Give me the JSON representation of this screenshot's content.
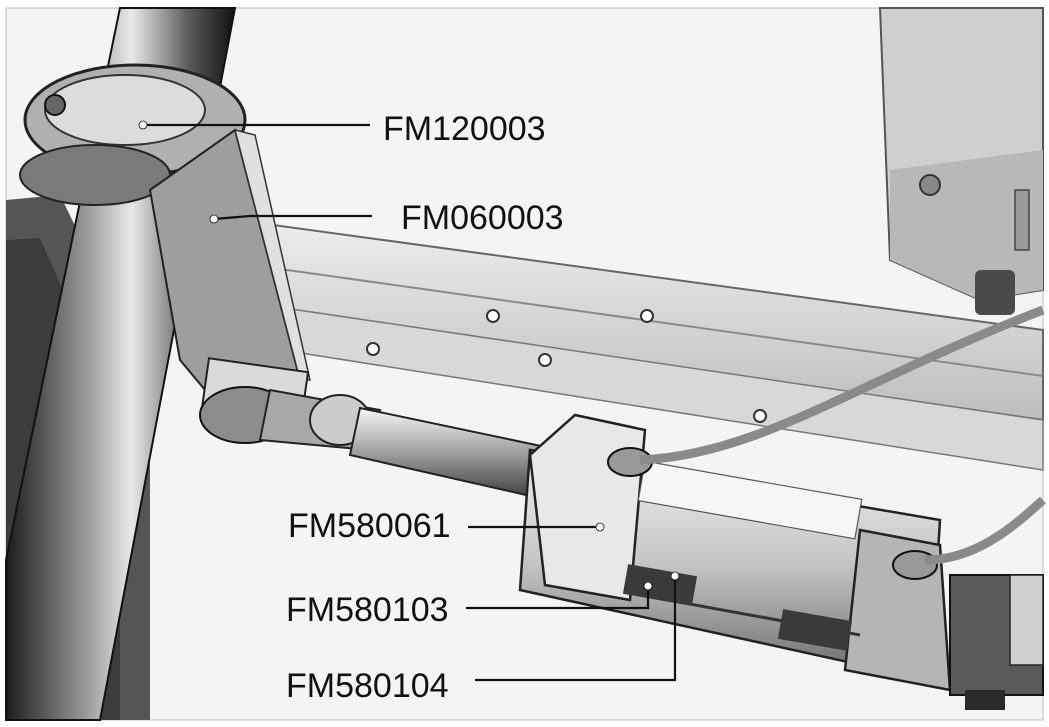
{
  "figure": {
    "labels": [
      "FM120003",
      "FM060003",
      "FM580061",
      "FM580103",
      "FM580104"
    ]
  },
  "colors": {
    "ink": "#111111",
    "paper": "#ffffff",
    "metal_dark": "#2b2b2b",
    "metal_mid": "#8a8a8a",
    "metal_light": "#d4d4d4",
    "panel": "#e2e2e2"
  }
}
